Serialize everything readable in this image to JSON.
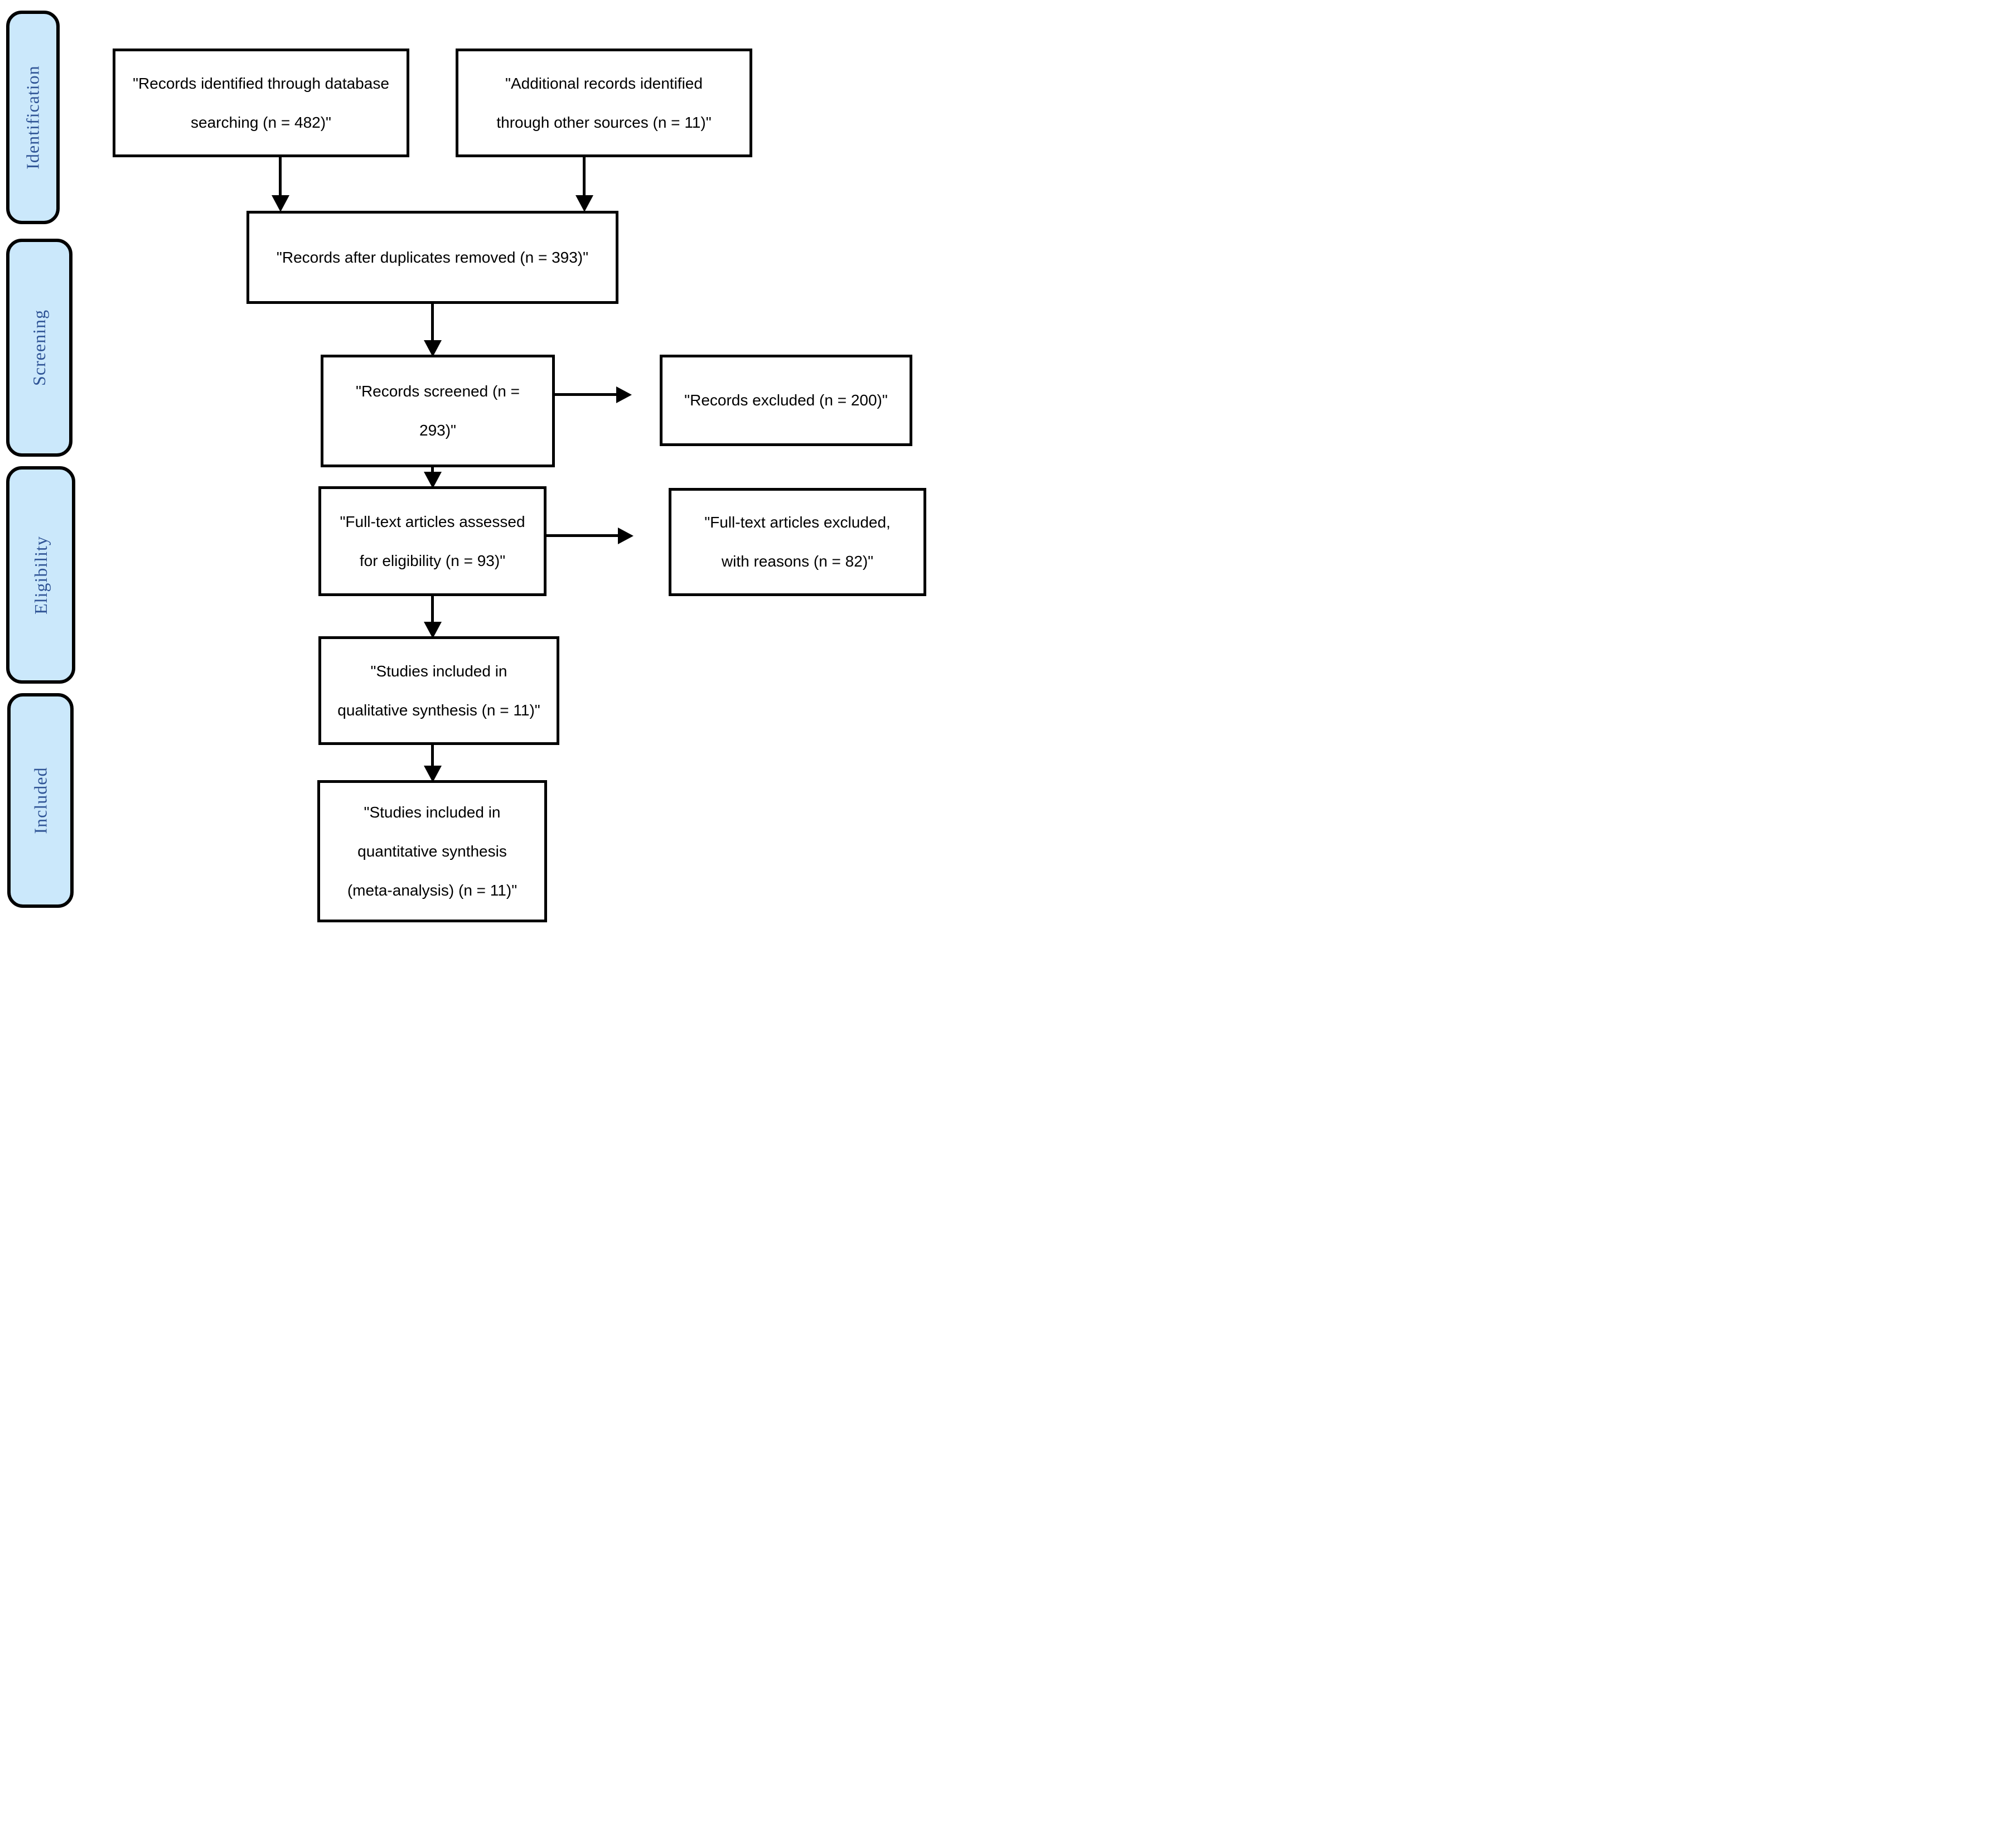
{
  "diagram_type": "prisma-flow-diagram",
  "colors": {
    "sidebar_fill": "#cbe8fb",
    "sidebar_text": "#2f5496",
    "box_border": "#000000",
    "box_text": "#000000",
    "background": "#ffffff"
  },
  "stages": [
    {
      "label": "Identification"
    },
    {
      "label": "Screening"
    },
    {
      "label": "Eligibility"
    },
    {
      "label": "Included"
    }
  ],
  "boxes": {
    "identified": {
      "lines": [
        "\"Records identified through database",
        "searching (n = 482)\""
      ]
    },
    "additional": {
      "lines": [
        "\"Additional records identified",
        "through other sources (n = 11)\""
      ]
    },
    "duplicates_removed": {
      "lines": [
        "\"Records after duplicates removed (n = 393)\""
      ]
    },
    "screened": {
      "lines": [
        "\"Records screened (n =",
        "293)\""
      ]
    },
    "records_excluded": {
      "lines": [
        "\"Records excluded (n = 200)\""
      ]
    },
    "fulltext_assessed": {
      "lines": [
        "\"Full-text articles assessed",
        "for eligibility (n = 93)\""
      ]
    },
    "fulltext_excluded": {
      "lines": [
        "\"Full-text articles excluded,",
        "with reasons (n = 82)\""
      ]
    },
    "qualitative": {
      "lines": [
        "\"Studies included in",
        "qualitative synthesis (n = 11)\""
      ]
    },
    "quantitative": {
      "lines": [
        "\"Studies included in",
        "quantitative synthesis",
        "(meta-analysis) (n = 11)\""
      ]
    }
  },
  "counts": {
    "records_identified_database": 482,
    "additional_records_other_sources": 11,
    "records_after_duplicates_removed": 393,
    "records_screened": 293,
    "records_excluded": 200,
    "fulltext_assessed": 93,
    "fulltext_excluded_with_reasons": 82,
    "qualitative_synthesis": 11,
    "quantitative_synthesis": 11
  }
}
